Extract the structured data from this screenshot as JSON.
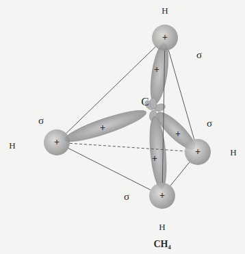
{
  "diagram": {
    "caption": "CH₄",
    "labels": [
      "H",
      "σ",
      "H",
      "σ",
      "C",
      "σ",
      "H",
      "σ",
      "H",
      "+",
      "+",
      "+",
      "+",
      "+",
      "+",
      "+",
      "+"
    ]
  }
}
